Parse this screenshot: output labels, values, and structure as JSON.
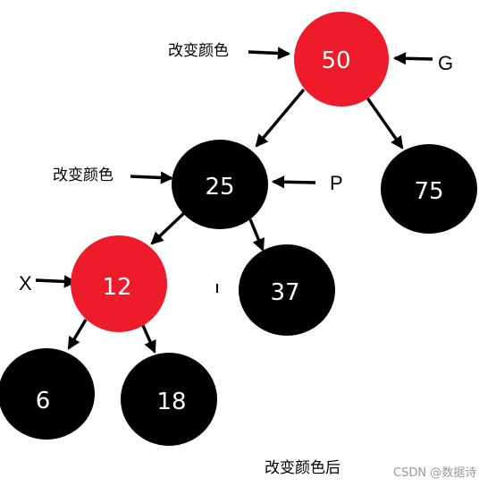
{
  "colors": {
    "red": "#ee1c2b",
    "black": "#000000",
    "white": "#ffffff",
    "watermark": "#9a9a9a"
  },
  "nodes": [
    {
      "id": "n50",
      "label": "50",
      "color": "red"
    },
    {
      "id": "n25",
      "label": "25",
      "color": "black"
    },
    {
      "id": "n75",
      "label": "75",
      "color": "black"
    },
    {
      "id": "n12",
      "label": "12",
      "color": "red"
    },
    {
      "id": "n37",
      "label": "37",
      "color": "black"
    },
    {
      "id": "n6",
      "label": "6",
      "color": "black"
    },
    {
      "id": "n18",
      "label": "18",
      "color": "black"
    }
  ],
  "edges": [
    {
      "from": "n50",
      "to": "n25"
    },
    {
      "from": "n50",
      "to": "n75"
    },
    {
      "from": "n25",
      "to": "n12"
    },
    {
      "from": "n25",
      "to": "n37"
    },
    {
      "from": "n12",
      "to": "n6"
    },
    {
      "from": "n12",
      "to": "n18"
    }
  ],
  "annotations": {
    "recolor_50": "改变颜色",
    "recolor_25": "改变颜色",
    "g_label": "G",
    "p_label": "P",
    "x_label": "X"
  },
  "caption": "改变颜色后",
  "watermark": "CSDN @数据诗"
}
